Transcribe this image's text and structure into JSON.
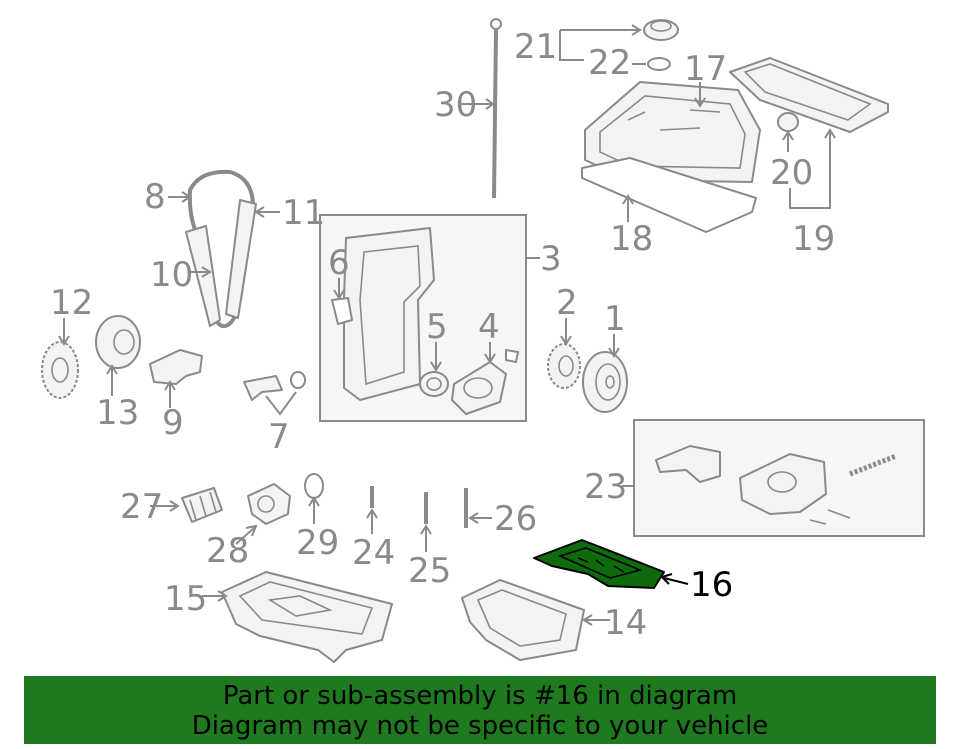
{
  "diagram": {
    "callouts": {
      "c1": "1",
      "c2": "2",
      "c3": "3",
      "c4": "4",
      "c5": "5",
      "c6": "6",
      "c7": "7",
      "c8": "8",
      "c9": "9",
      "c10": "10",
      "c11": "11",
      "c12": "12",
      "c13": "13",
      "c14": "14",
      "c15": "15",
      "c16": "16",
      "c17": "17",
      "c18": "18",
      "c19": "19",
      "c20": "20",
      "c21": "21",
      "c22": "22",
      "c23": "23",
      "c24": "24",
      "c25": "25",
      "c26": "26",
      "c27": "27",
      "c28": "28",
      "c29": "29",
      "c30": "30"
    },
    "highlighted_part": "16",
    "colors": {
      "line": "#8a8a8a",
      "highlight": "#0d6a0d",
      "banner": "#1f7a1f"
    }
  },
  "banner": {
    "line1": "Part or sub-assembly is #16 in diagram",
    "line2": "Diagram may not be specific to your vehicle"
  }
}
